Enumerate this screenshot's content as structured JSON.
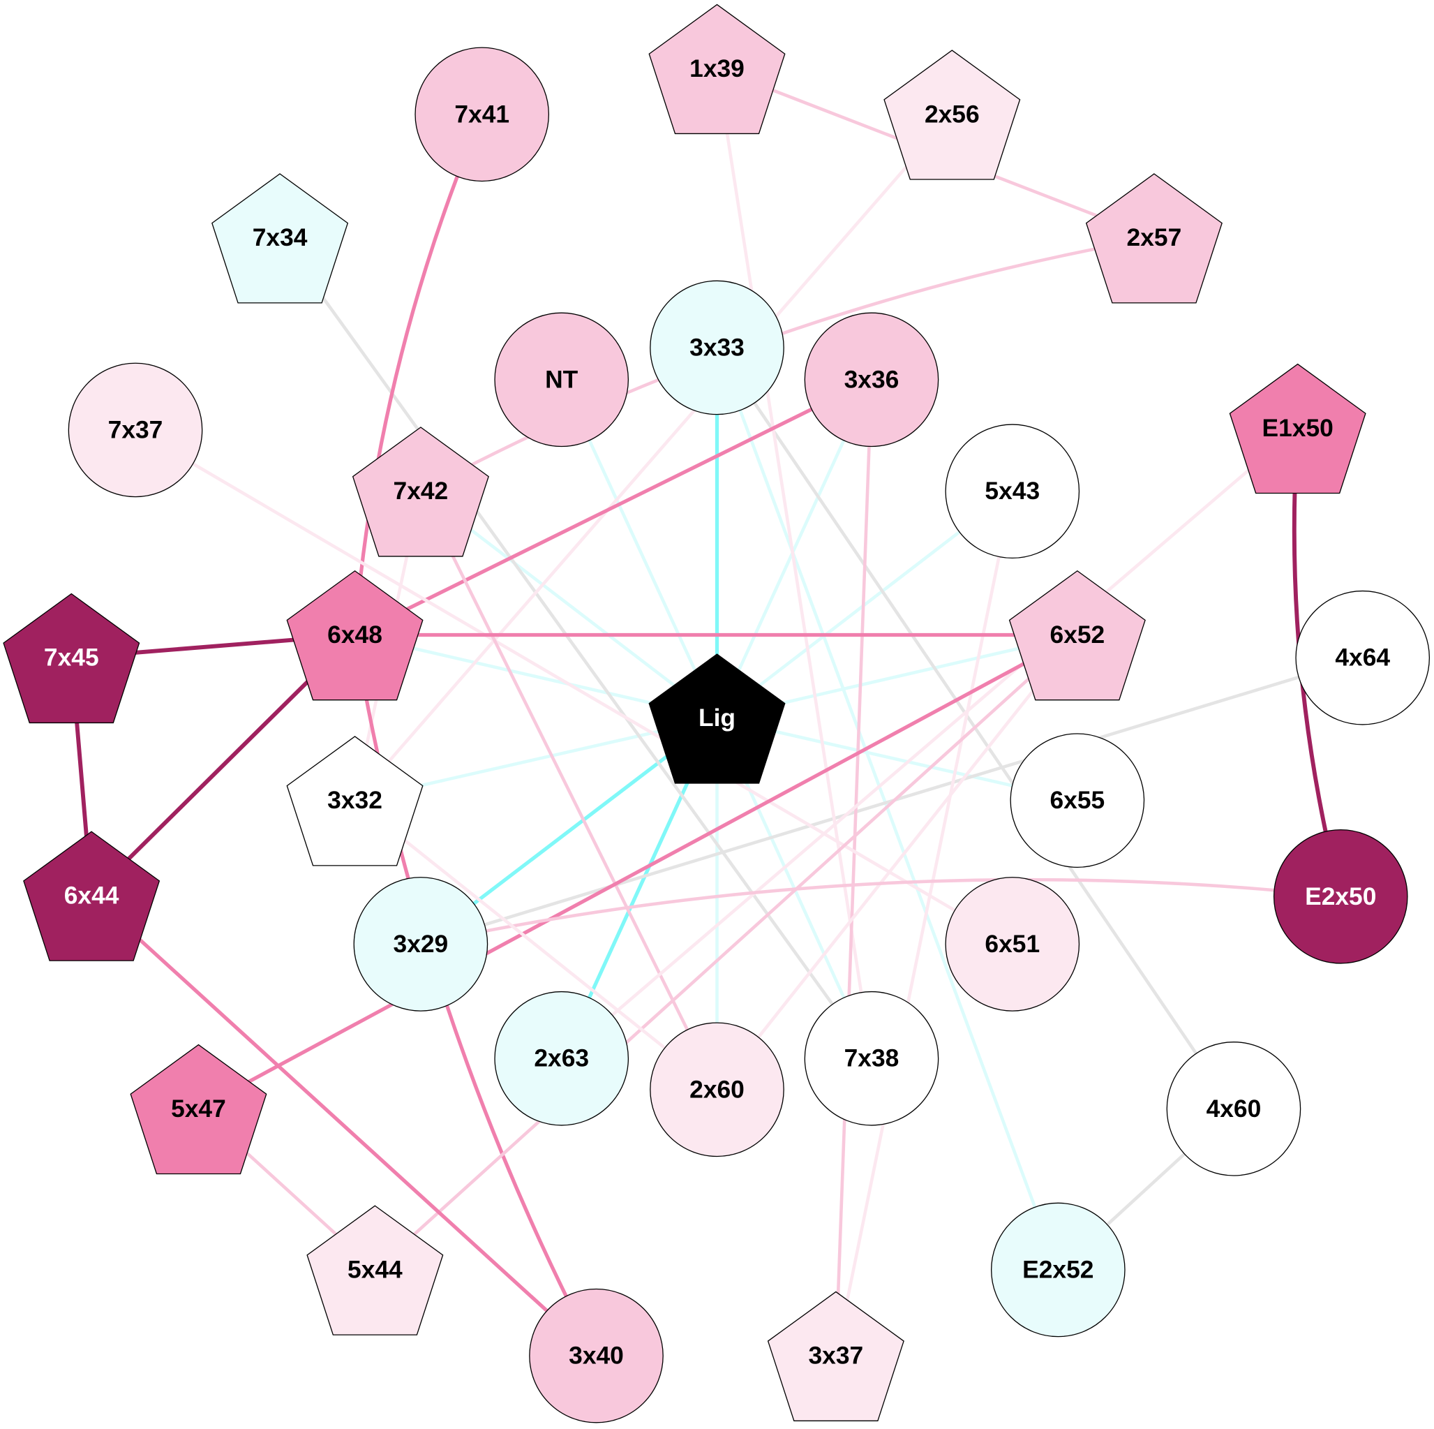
{
  "colors": {
    "dark": "#a0215f",
    "hot": "#f07fad",
    "pink": "#f8c8dc",
    "light_pink": "#fce8f0",
    "white": "#ffffff",
    "cyan_light": "#e8fcfc",
    "black": "#000000",
    "edge_cyan_strong": "#80f8f8",
    "edge_cyan_light": "#dcfcfc",
    "edge_gray": "#e4e4e4"
  },
  "nodes": [
    {
      "id": "7x41",
      "shape": "circle",
      "fill": "pink"
    },
    {
      "id": "1x39",
      "shape": "pentagon",
      "fill": "pink"
    },
    {
      "id": "2x56",
      "shape": "pentagon",
      "fill": "light_pink"
    },
    {
      "id": "7x34",
      "shape": "pentagon",
      "fill": "cyan_light"
    },
    {
      "id": "2x57",
      "shape": "pentagon",
      "fill": "pink"
    },
    {
      "id": "NT",
      "shape": "circle",
      "fill": "pink"
    },
    {
      "id": "3x33",
      "shape": "circle",
      "fill": "cyan_light"
    },
    {
      "id": "3x36",
      "shape": "circle",
      "fill": "pink"
    },
    {
      "id": "7x37",
      "shape": "circle",
      "fill": "light_pink"
    },
    {
      "id": "7x42",
      "shape": "pentagon",
      "fill": "pink"
    },
    {
      "id": "5x43",
      "shape": "circle",
      "fill": "white"
    },
    {
      "id": "E1x50",
      "shape": "pentagon",
      "fill": "hot"
    },
    {
      "id": "6x48",
      "shape": "pentagon",
      "fill": "hot"
    },
    {
      "id": "7x45",
      "shape": "pentagon",
      "fill": "dark"
    },
    {
      "id": "6x52",
      "shape": "pentagon",
      "fill": "pink"
    },
    {
      "id": "4x64",
      "shape": "circle",
      "fill": "white"
    },
    {
      "id": "Lig",
      "shape": "pentagon",
      "fill": "black"
    },
    {
      "id": "3x32",
      "shape": "pentagon",
      "fill": "white"
    },
    {
      "id": "6x55",
      "shape": "circle",
      "fill": "white"
    },
    {
      "id": "6x44",
      "shape": "pentagon",
      "fill": "dark"
    },
    {
      "id": "E2x50",
      "shape": "circle",
      "fill": "dark"
    },
    {
      "id": "3x29",
      "shape": "circle",
      "fill": "cyan_light"
    },
    {
      "id": "6x51",
      "shape": "circle",
      "fill": "light_pink"
    },
    {
      "id": "2x63",
      "shape": "circle",
      "fill": "cyan_light"
    },
    {
      "id": "2x60",
      "shape": "circle",
      "fill": "light_pink"
    },
    {
      "id": "7x38",
      "shape": "circle",
      "fill": "white"
    },
    {
      "id": "4x60",
      "shape": "circle",
      "fill": "white"
    },
    {
      "id": "5x47",
      "shape": "pentagon",
      "fill": "hot"
    },
    {
      "id": "5x44",
      "shape": "pentagon",
      "fill": "light_pink"
    },
    {
      "id": "E2x52",
      "shape": "circle",
      "fill": "cyan_light"
    },
    {
      "id": "3x40",
      "shape": "circle",
      "fill": "pink"
    },
    {
      "id": "3x37",
      "shape": "pentagon",
      "fill": "light_pink"
    }
  ],
  "edges": [
    {
      "s": "Lig",
      "t": "3x33",
      "c": "edge_cyan_strong"
    },
    {
      "s": "Lig",
      "t": "3x29",
      "c": "edge_cyan_strong"
    },
    {
      "s": "Lig",
      "t": "2x63",
      "c": "edge_cyan_strong"
    },
    {
      "s": "Lig",
      "t": "5x43",
      "c": "edge_cyan_light"
    },
    {
      "s": "Lig",
      "t": "3x32",
      "c": "edge_cyan_light"
    },
    {
      "s": "Lig",
      "t": "6x48",
      "c": "edge_cyan_light"
    },
    {
      "s": "Lig",
      "t": "6x52",
      "c": "edge_cyan_light"
    },
    {
      "s": "Lig",
      "t": "6x55",
      "c": "edge_cyan_light"
    },
    {
      "s": "Lig",
      "t": "NT",
      "c": "edge_cyan_light"
    },
    {
      "s": "Lig",
      "t": "7x42",
      "c": "edge_cyan_light"
    },
    {
      "s": "Lig",
      "t": "2x60",
      "c": "edge_cyan_light"
    },
    {
      "s": "Lig",
      "t": "7x38",
      "c": "edge_cyan_light"
    },
    {
      "s": "Lig",
      "t": "3x36",
      "c": "edge_cyan_light"
    },
    {
      "s": "3x33",
      "t": "E2x52",
      "c": "edge_cyan_light"
    },
    {
      "s": "3x33",
      "t": "4x60",
      "c": "edge_gray"
    },
    {
      "s": "7x34",
      "t": "7x38",
      "c": "edge_gray"
    },
    {
      "s": "4x64",
      "t": "3x29",
      "c": "edge_gray"
    },
    {
      "s": "4x60",
      "t": "E2x52",
      "c": "edge_gray"
    },
    {
      "s": "7x41",
      "t": "6x48",
      "c": "hot",
      "curve": 1
    },
    {
      "s": "1x39",
      "t": "2x57",
      "c": "pink"
    },
    {
      "s": "1x39",
      "t": "7x38",
      "c": "light_pink"
    },
    {
      "s": "2x56",
      "t": "3x32",
      "c": "light_pink"
    },
    {
      "s": "2x57",
      "t": "7x42",
      "c": "pink",
      "curve": 1
    },
    {
      "s": "3x36",
      "t": "6x48",
      "c": "hot"
    },
    {
      "s": "3x36",
      "t": "3x37",
      "c": "pink"
    },
    {
      "s": "7x37",
      "t": "6x51",
      "c": "light_pink"
    },
    {
      "s": "7x42",
      "t": "2x60",
      "c": "pink"
    },
    {
      "s": "7x42",
      "t": "3x32",
      "c": "light_pink"
    },
    {
      "s": "E1x50",
      "t": "E2x50",
      "c": "dark",
      "curve": 1
    },
    {
      "s": "E1x50",
      "t": "2x63",
      "c": "light_pink"
    },
    {
      "s": "5x43",
      "t": "3x37",
      "c": "light_pink"
    },
    {
      "s": "6x48",
      "t": "6x52",
      "c": "hot"
    },
    {
      "s": "6x48",
      "t": "7x45",
      "c": "dark"
    },
    {
      "s": "6x48",
      "t": "6x44",
      "c": "dark"
    },
    {
      "s": "6x48",
      "t": "3x40",
      "c": "hot",
      "curve": 1
    },
    {
      "s": "7x45",
      "t": "6x44",
      "c": "dark"
    },
    {
      "s": "6x52",
      "t": "5x47",
      "c": "hot"
    },
    {
      "s": "6x52",
      "t": "5x44",
      "c": "pink"
    },
    {
      "s": "6x52",
      "t": "2x60",
      "c": "light_pink"
    },
    {
      "s": "6x44",
      "t": "3x40",
      "c": "hot"
    },
    {
      "s": "E2x50",
      "t": "3x29",
      "c": "pink",
      "curve": 1
    },
    {
      "s": "3x32",
      "t": "2x60",
      "c": "light_pink"
    },
    {
      "s": "5x47",
      "t": "5x44",
      "c": "pink"
    }
  ]
}
